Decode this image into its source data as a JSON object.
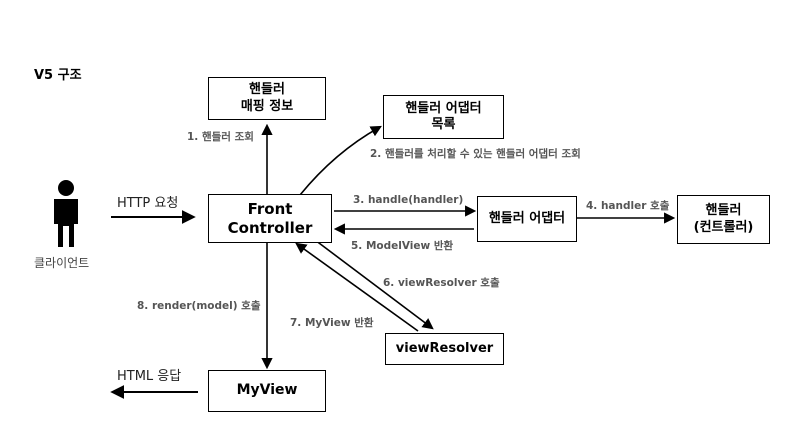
{
  "title": "V5 구조",
  "client": {
    "label": "클라이언트"
  },
  "boxes": {
    "handler_mapping": [
      "핸들러",
      "매핑 정보"
    ],
    "handler_adapter_list": [
      "핸들러 어댑터",
      "목록"
    ],
    "front_controller": [
      "Front",
      "Controller"
    ],
    "handler_adapter": [
      "핸들러 어댑터"
    ],
    "handler": [
      "핸들러",
      "(컨트롤러)"
    ],
    "view_resolver": [
      "viewResolver"
    ],
    "my_view": [
      "MyView"
    ]
  },
  "edges": {
    "http_request": "HTTP 요청",
    "html_response": "HTML 응답",
    "step1": "1. 핸들러 조회",
    "step2": "2. 핸들러를 처리할 수 있는 핸들러 어댑터 조회",
    "step3": "3. handle(handler)",
    "step4": "4. handler 호출",
    "step5": "5. ModelView 반환",
    "step6": "6. viewResolver 호출",
    "step7": "7. MyView 반환",
    "step8": "8. render(model) 호출"
  }
}
